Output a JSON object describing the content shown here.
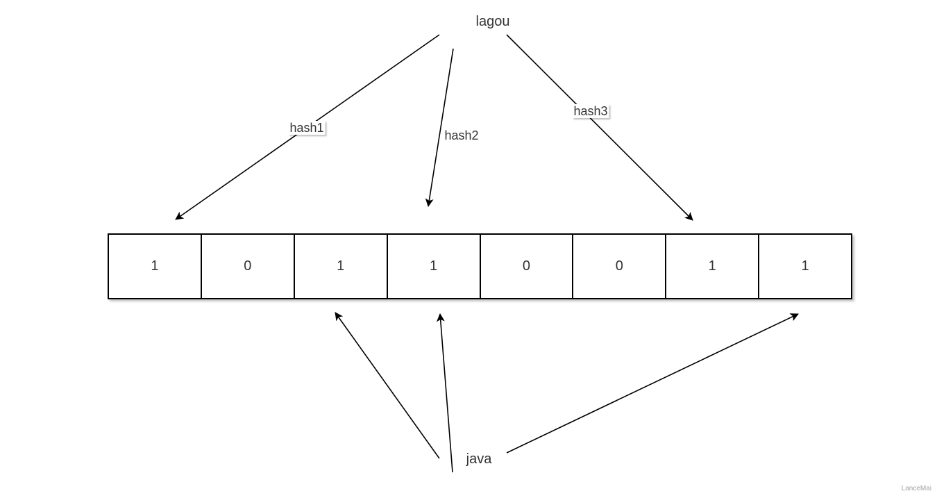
{
  "nodes": {
    "top_word": "lagou",
    "bottom_word": "java"
  },
  "edges": {
    "hash1": "hash1",
    "hash2": "hash2",
    "hash3": "hash3"
  },
  "bit_array": {
    "bits": [
      "1",
      "0",
      "1",
      "1",
      "0",
      "0",
      "1",
      "1"
    ]
  },
  "watermark": "LanceMai",
  "colors": {
    "stroke": "#000000",
    "text": "#333333",
    "background": "#ffffff"
  }
}
